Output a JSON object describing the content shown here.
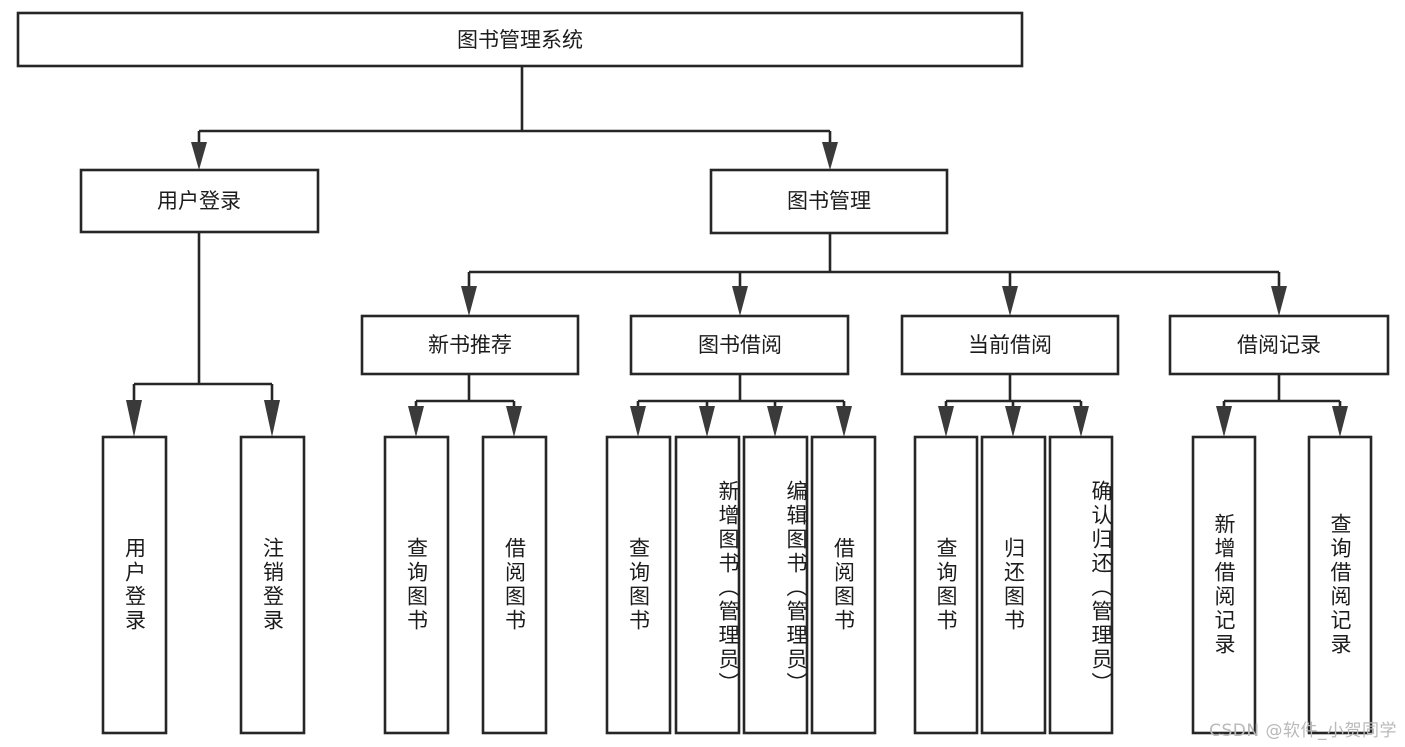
{
  "diagram": {
    "type": "tree-hierarchy",
    "title": "图书管理系统",
    "watermark": "CSDN @软件_小贺同学",
    "colors": {
      "box_stroke": "#262626",
      "box_fill": "#ffffff",
      "text": "#1c1c1c",
      "arrow": "#3a3a3a",
      "watermark": "#b9b9b9",
      "background": "#ffffff"
    },
    "root": {
      "id": "root",
      "label": "图书管理系统",
      "orientation": "horizontal"
    },
    "level2": [
      {
        "id": "user-login",
        "label": "用户登录",
        "orientation": "horizontal"
      },
      {
        "id": "book-manage",
        "label": "图书管理",
        "orientation": "horizontal"
      }
    ],
    "level3": [
      {
        "id": "new-book-recommend",
        "label": "新书推荐",
        "orientation": "horizontal",
        "parent": "book-manage"
      },
      {
        "id": "book-borrow",
        "label": "图书借阅",
        "orientation": "horizontal",
        "parent": "book-manage"
      },
      {
        "id": "current-borrow",
        "label": "当前借阅",
        "orientation": "horizontal",
        "parent": "book-manage"
      },
      {
        "id": "borrow-record",
        "label": "借阅记录",
        "orientation": "horizontal",
        "parent": "book-manage"
      }
    ],
    "leaves": [
      {
        "id": "leaf-user-login",
        "label": "用户登录",
        "orientation": "vertical",
        "parent": "user-login"
      },
      {
        "id": "leaf-logout-login",
        "label": "注销登录",
        "orientation": "vertical",
        "parent": "user-login"
      },
      {
        "id": "leaf-query-book-1",
        "label": "查询图书",
        "orientation": "vertical",
        "parent": "new-book-recommend"
      },
      {
        "id": "leaf-borrow-book-1",
        "label": "借阅图书",
        "orientation": "vertical",
        "parent": "new-book-recommend"
      },
      {
        "id": "leaf-query-book-2",
        "label": "查询图书",
        "orientation": "vertical",
        "parent": "book-borrow"
      },
      {
        "id": "leaf-add-book",
        "label": "新增图书（管理员）",
        "orientation": "vertical",
        "parent": "book-borrow"
      },
      {
        "id": "leaf-edit-book",
        "label": "编辑图书（管理员）",
        "orientation": "vertical",
        "parent": "book-borrow"
      },
      {
        "id": "leaf-borrow-book-2",
        "label": "借阅图书",
        "orientation": "vertical",
        "parent": "book-borrow"
      },
      {
        "id": "leaf-query-book-3",
        "label": "查询图书",
        "orientation": "vertical",
        "parent": "current-borrow"
      },
      {
        "id": "leaf-return-book",
        "label": "归还图书",
        "orientation": "vertical",
        "parent": "current-borrow"
      },
      {
        "id": "leaf-confirm-return",
        "label": "确认归还（管理员）",
        "orientation": "vertical",
        "parent": "current-borrow"
      },
      {
        "id": "leaf-add-record",
        "label": "新增借阅记录",
        "orientation": "vertical",
        "parent": "borrow-record"
      },
      {
        "id": "leaf-query-record",
        "label": "查询借阅记录",
        "orientation": "vertical",
        "parent": "borrow-record"
      }
    ]
  }
}
